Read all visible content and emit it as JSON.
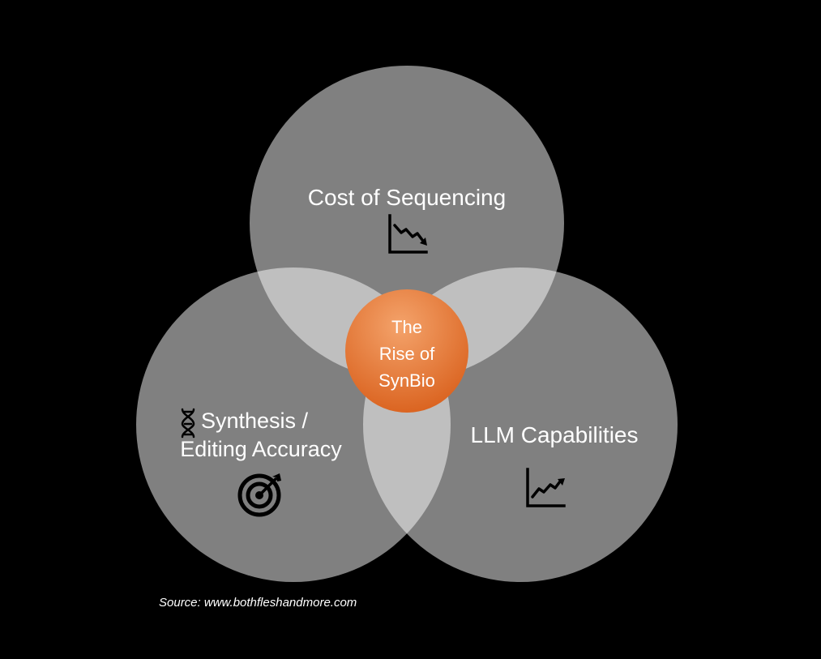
{
  "diagram": {
    "type": "venn",
    "sets": [
      {
        "id": "top",
        "label": "Cost of Sequencing",
        "icon": "trend-down-chart-icon"
      },
      {
        "id": "left",
        "label_lines": [
          "Synthesis /",
          "Editing Accuracy"
        ],
        "icon": "target-icon",
        "prefix_icon": "dna-icon"
      },
      {
        "id": "right",
        "label": "LLM Capabilities",
        "icon": "trend-up-chart-icon"
      }
    ],
    "center": {
      "label_lines": [
        "The",
        "Rise of",
        "SynBio"
      ]
    },
    "source": "Source: www.bothfleshandmore.com"
  },
  "colors": {
    "background": "#000000",
    "circle": "#808080",
    "overlap": "#bfbfbf",
    "center_light": "#f4a36b",
    "center_dark": "#d9601c",
    "text": "#ffffff",
    "icon": "#000000"
  }
}
